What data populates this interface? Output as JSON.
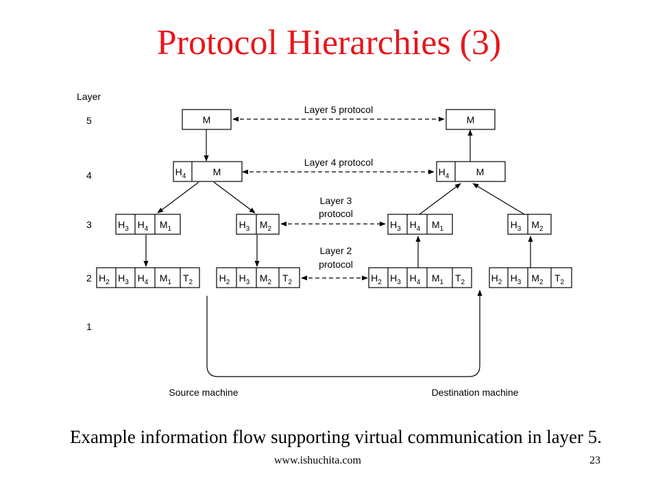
{
  "slide": {
    "title": "Protocol Hierarchies (3)",
    "caption": "Example information flow supporting virtual communication in layer 5.",
    "footer_url": "www.ishuchita.com",
    "page_number": "23"
  },
  "diagram": {
    "layer_heading": "Layer",
    "layer_numbers": [
      "5",
      "4",
      "3",
      "2",
      "1"
    ],
    "protocol_labels": {
      "layer5": "Layer 5 protocol",
      "layer4": "Layer 4 protocol",
      "layer3_line1": "Layer 3",
      "layer3_line2": "protocol",
      "layer2_line1": "Layer 2",
      "layer2_line2": "protocol"
    },
    "source_label": "Source machine",
    "destination_label": "Destination machine",
    "header_letters": {
      "message": "M",
      "header": "H",
      "trailer": "T"
    },
    "subscripts": {
      "h2": "2",
      "h3": "3",
      "h4": "4",
      "m1": "1",
      "m2": "2",
      "t2": "2"
    }
  }
}
